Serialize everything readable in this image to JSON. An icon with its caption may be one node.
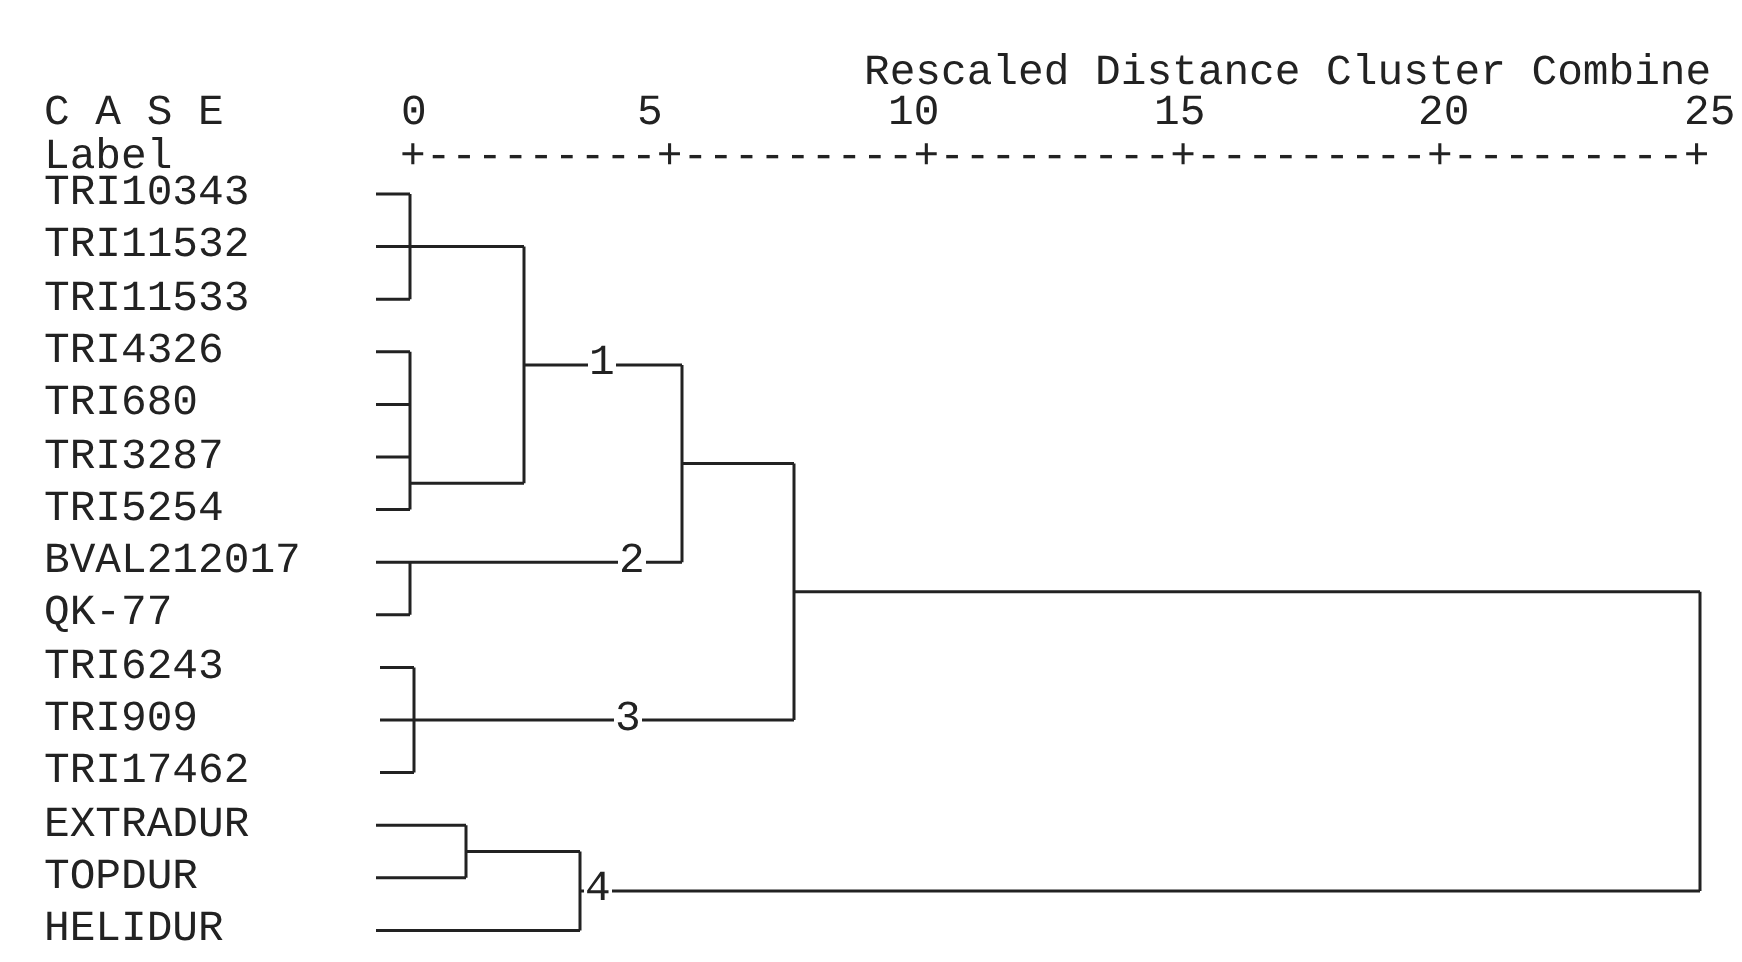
{
  "diagram": {
    "labels": [
      "Rescaled Distance Cluster Combine",
      "C A S E",
      "0",
      "5",
      "10",
      "15",
      "20",
      "25",
      "Label",
      "+---------+---------+---------+---------+---------+",
      "TRI10343",
      "TRI11532",
      "TRI11533",
      "TRI4326",
      "1",
      "TRI680",
      "TRI3287",
      "TRI5254",
      "BVAL212017",
      "2",
      "QK-77",
      "TRI6243",
      "TRI909",
      "3",
      "TRI17462",
      "EXTRADUR",
      "TOPDUR",
      "4",
      "HELIDUR"
    ]
  }
}
